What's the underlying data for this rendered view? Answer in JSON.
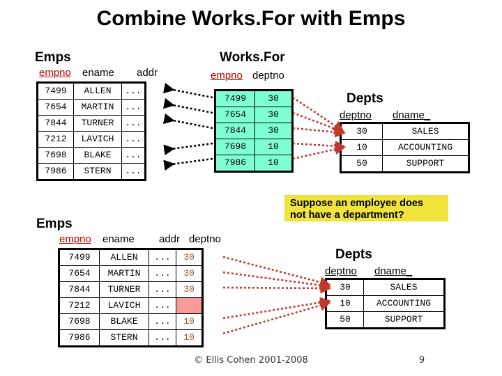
{
  "slide": {
    "title": "Combine Works.For with Emps",
    "page_number": "9",
    "copyright": "© Ellis Cohen 2001-2008"
  },
  "callout": {
    "line1": "Suppose an employee does",
    "line2": "not have a department?",
    "bg_color": "#EFE33C"
  },
  "colors": {
    "key_underline_red": "#C00000",
    "worksfor_cell_bg": "#7FFFD4",
    "missing_value_bg": "#FB9A9A",
    "deptno_text": "#A0522D",
    "arrow_black": "#000000",
    "arrow_red": "#C0392B"
  },
  "emps_top": {
    "name": "Emps",
    "headers": [
      "empno",
      "ename",
      "addr"
    ],
    "rows": [
      [
        "7499",
        "ALLEN",
        "..."
      ],
      [
        "7654",
        "MARTIN",
        "..."
      ],
      [
        "7844",
        "TURNER",
        "..."
      ],
      [
        "7212",
        "LAVICH",
        "..."
      ],
      [
        "7698",
        "BLAKE",
        "..."
      ],
      [
        "7986",
        "STERN",
        "..."
      ]
    ]
  },
  "worksfor": {
    "name": "Works.For",
    "headers": [
      "empno",
      "deptno"
    ],
    "rows": [
      [
        "7499",
        "30"
      ],
      [
        "7654",
        "30"
      ],
      [
        "7844",
        "30"
      ],
      [
        "7698",
        "10"
      ],
      [
        "7986",
        "10"
      ]
    ]
  },
  "depts_top": {
    "name": "Depts",
    "headers": [
      "deptno",
      "dname_"
    ],
    "rows": [
      [
        "30",
        "SALES"
      ],
      [
        "10",
        "ACCOUNTING"
      ],
      [
        "50",
        "SUPPORT"
      ]
    ]
  },
  "emps_bottom": {
    "name": "Emps",
    "headers": [
      "empno",
      "ename",
      "addr",
      "deptno"
    ],
    "rows": [
      [
        "7499",
        "ALLEN",
        "...",
        "30"
      ],
      [
        "7654",
        "MARTIN",
        "...",
        "30"
      ],
      [
        "7844",
        "TURNER",
        "...",
        "30"
      ],
      [
        "7212",
        "LAVICH",
        "...",
        ""
      ],
      [
        "7698",
        "BLAKE",
        "...",
        "10"
      ],
      [
        "7986",
        "STERN",
        "...",
        "10"
      ]
    ]
  },
  "depts_bottom": {
    "name": "Depts",
    "headers": [
      "deptno",
      "dname_"
    ],
    "rows": [
      [
        "30",
        "SALES"
      ],
      [
        "10",
        "ACCOUNTING"
      ],
      [
        "50",
        "SUPPORT"
      ]
    ]
  }
}
